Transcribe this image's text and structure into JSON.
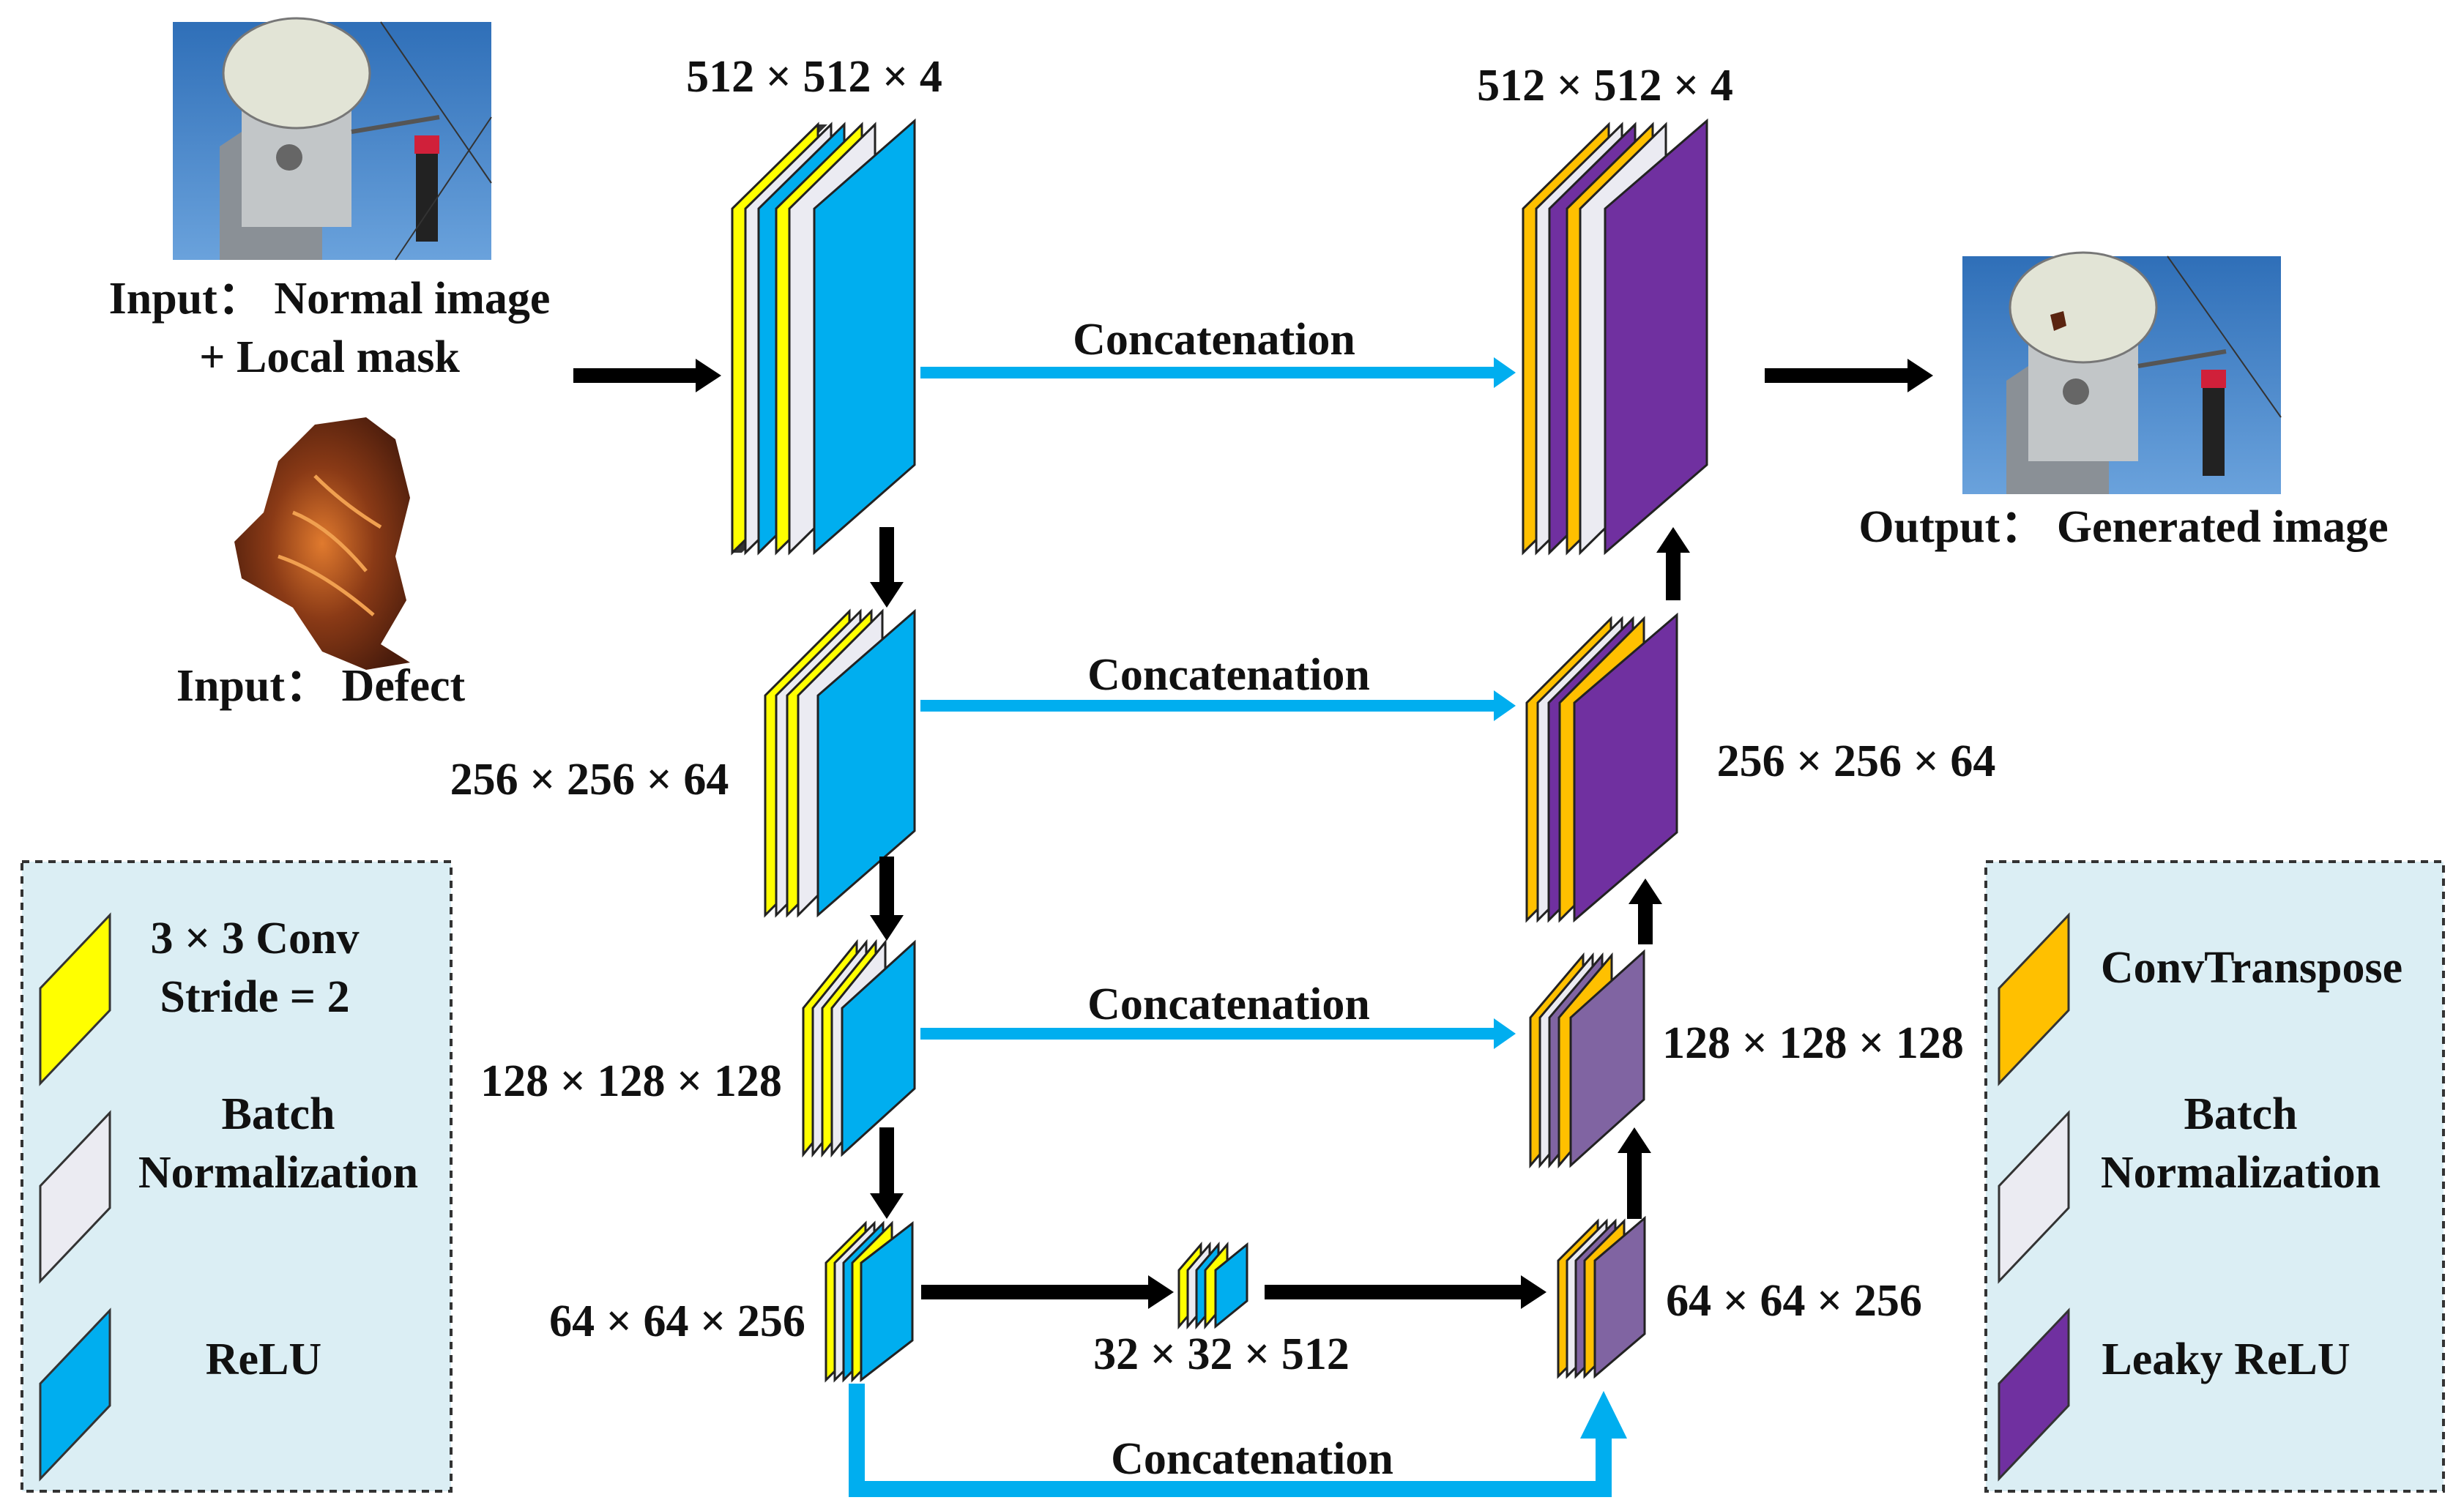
{
  "input": {
    "normal_image_label_line1": "Input： Normal image",
    "normal_image_label_line2": "+ Local mask",
    "defect_label": "Input： Defect"
  },
  "output": {
    "label": "Output： Generated image"
  },
  "encoder": {
    "level1_dims": "512 × 512 × 4",
    "level2_dims": "256 × 256 × 64",
    "level3_dims": "128 × 128 × 128",
    "level4_dims": "64 × 64 × 256"
  },
  "bottleneck": {
    "dims": "32 × 32 × 512"
  },
  "decoder": {
    "level1_dims": "512 × 512 × 4",
    "level2_dims": "256 × 256 × 64",
    "level3_dims": "128 × 128 × 128",
    "level4_dims": "64 × 64 × 256"
  },
  "connections": {
    "skip1": "Concatenation",
    "skip2": "Concatenation",
    "skip3": "Concatenation",
    "skip4": "Concatenation"
  },
  "legend_left": {
    "conv_line1": "3 × 3 Conv",
    "conv_line2": "Stride = 2",
    "bn_line1": "Batch",
    "bn_line2": "Normalization",
    "relu": "ReLU"
  },
  "legend_right": {
    "convtranspose": "ConvTranspose",
    "bn_line1": "Batch",
    "bn_line2": "Normalization",
    "leaky_relu": "Leaky ReLU"
  },
  "colors": {
    "conv": "#ffff00",
    "batchnorm": "#ebebf2",
    "relu": "#00aeef",
    "convtranspose": "#ffc000",
    "leaky_relu": "#7030a0",
    "leaky_relu_light": "#8064a2",
    "skip_arrow": "#00aeef",
    "flow_arrow": "#000000",
    "legend_bg": "#dbeef4"
  }
}
